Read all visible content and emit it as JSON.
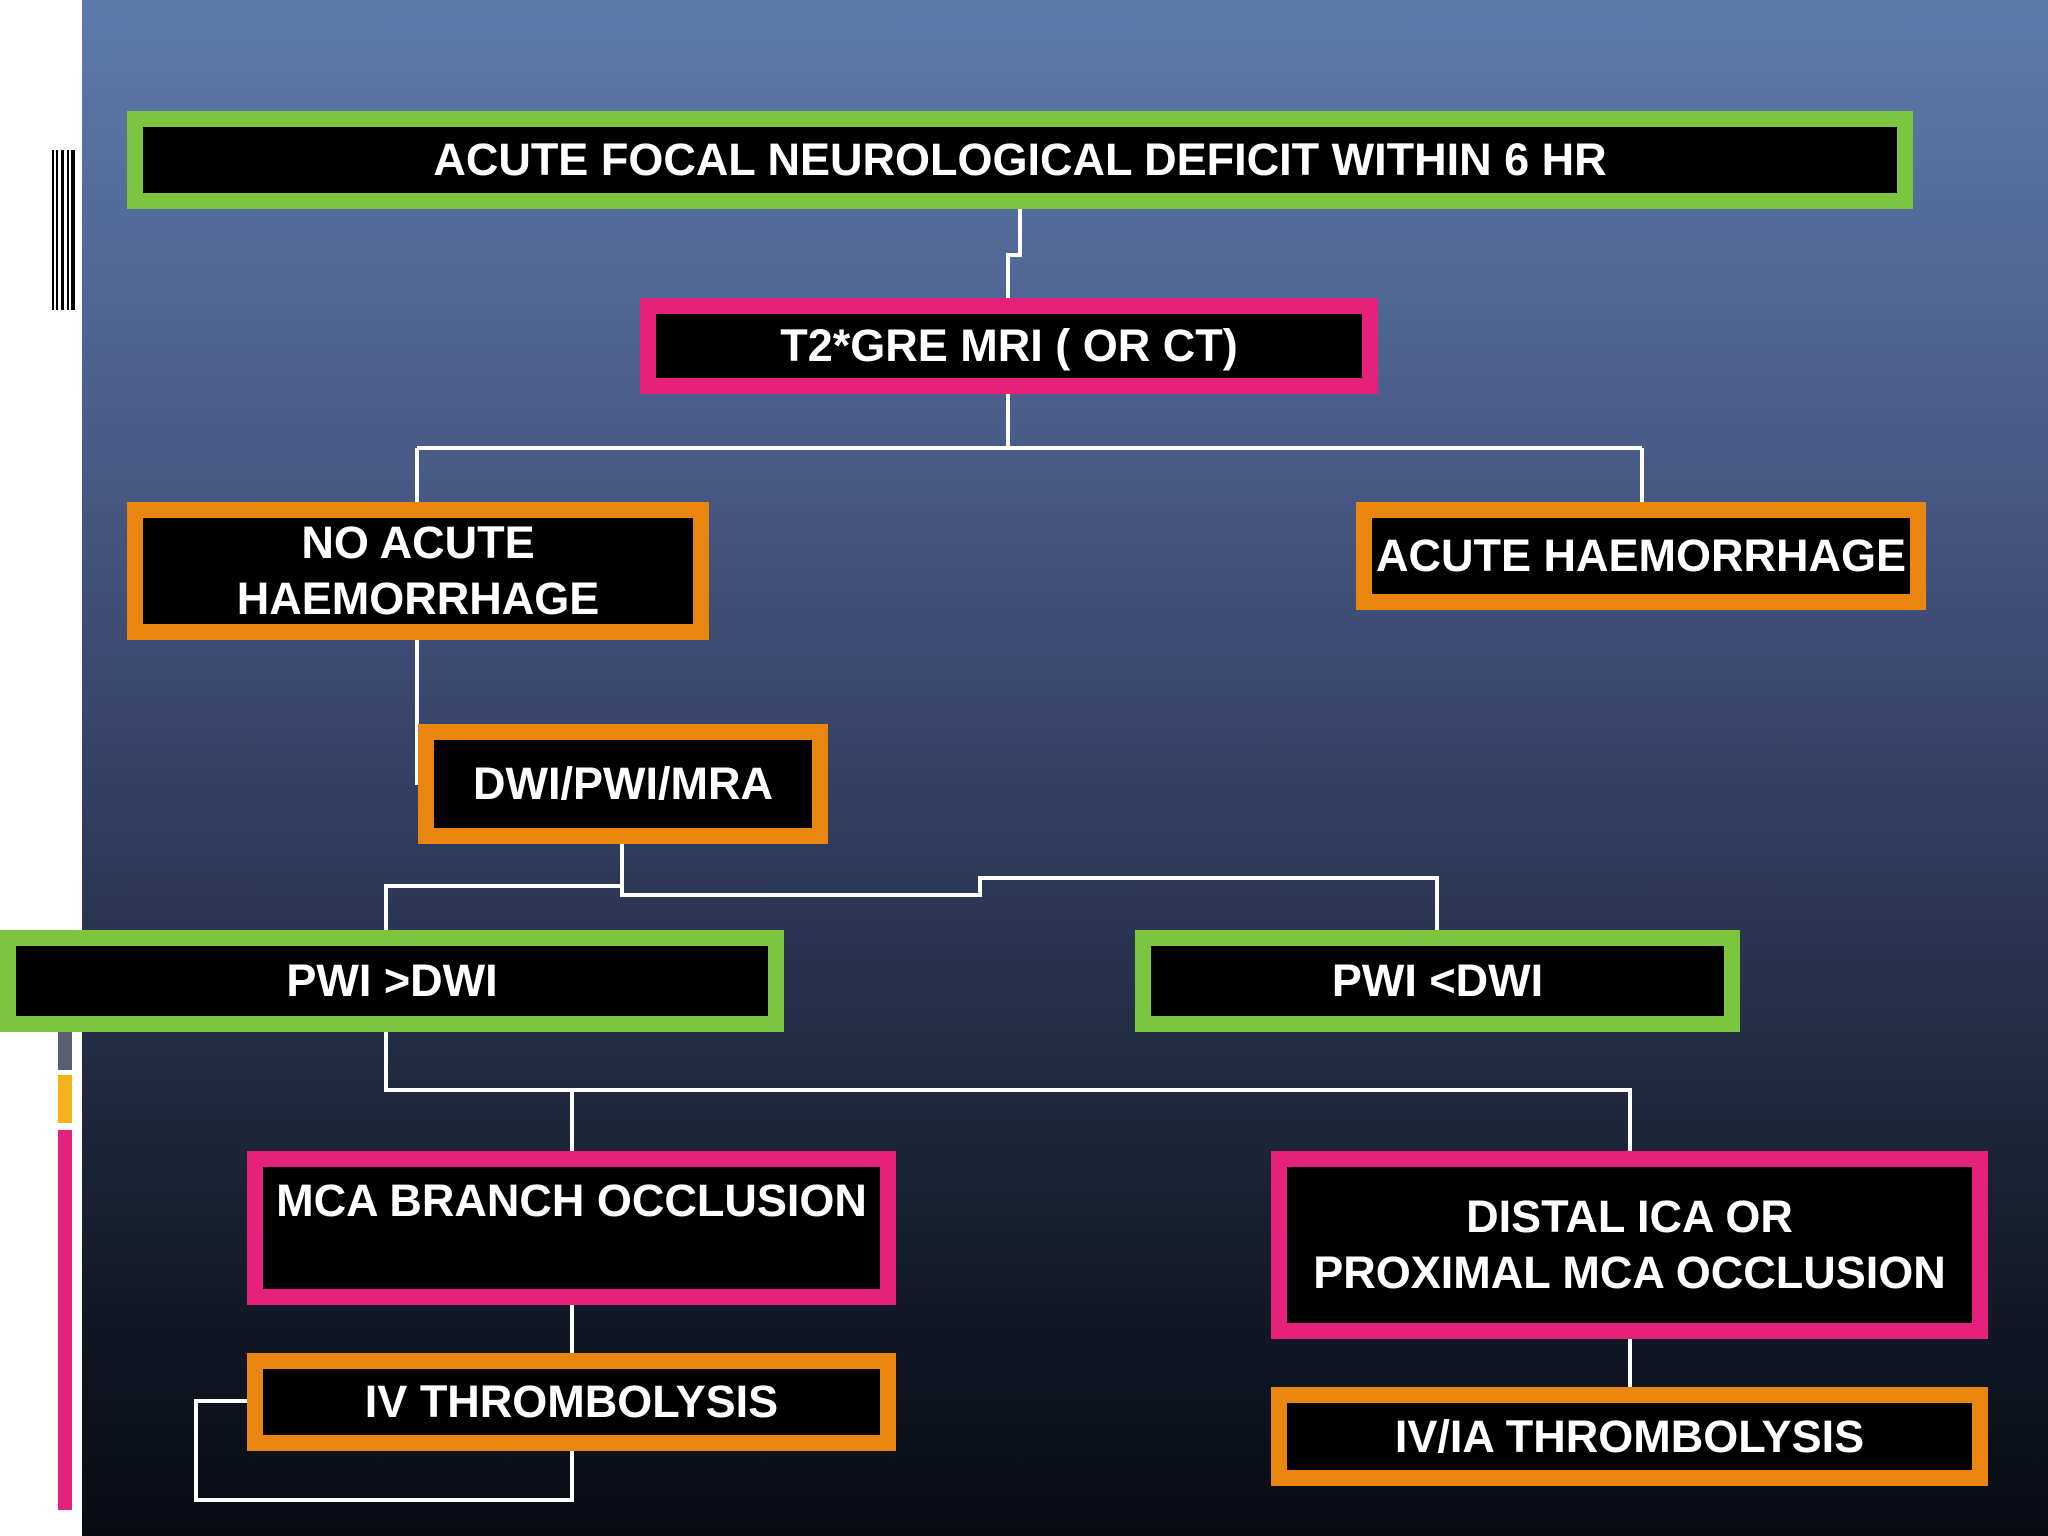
{
  "colors": {
    "green": "#7cc63f",
    "pink": "#e5217c",
    "orange": "#ea8610",
    "node_fill": "#000000",
    "text": "#ffffff",
    "connector": "#ffffff"
  },
  "nodes": {
    "acute_deficit": "ACUTE FOCAL NEUROLOGICAL DEFICIT WITHIN 6 HR",
    "imaging": "T2*GRE  MRI ( OR CT)",
    "no_haemorrhage": "NO ACUTE\nHAEMORRHAGE",
    "haemorrhage": "ACUTE HAEMORRHAGE",
    "dwi_pwi_mra": "DWI/PWI/MRA",
    "pwi_gt_dwi": "PWI >DWI",
    "pwi_lt_dwi": "PWI <DWI",
    "mca_branch": "MCA BRANCH OCCLUSION",
    "distal_ica": "DISTAL ICA OR\nPROXIMAL MCA OCCLUSION",
    "iv_thrombolysis": "IV THROMBOLYSIS",
    "iv_ia_thrombolysis": "IV/IA THROMBOLYSIS"
  }
}
